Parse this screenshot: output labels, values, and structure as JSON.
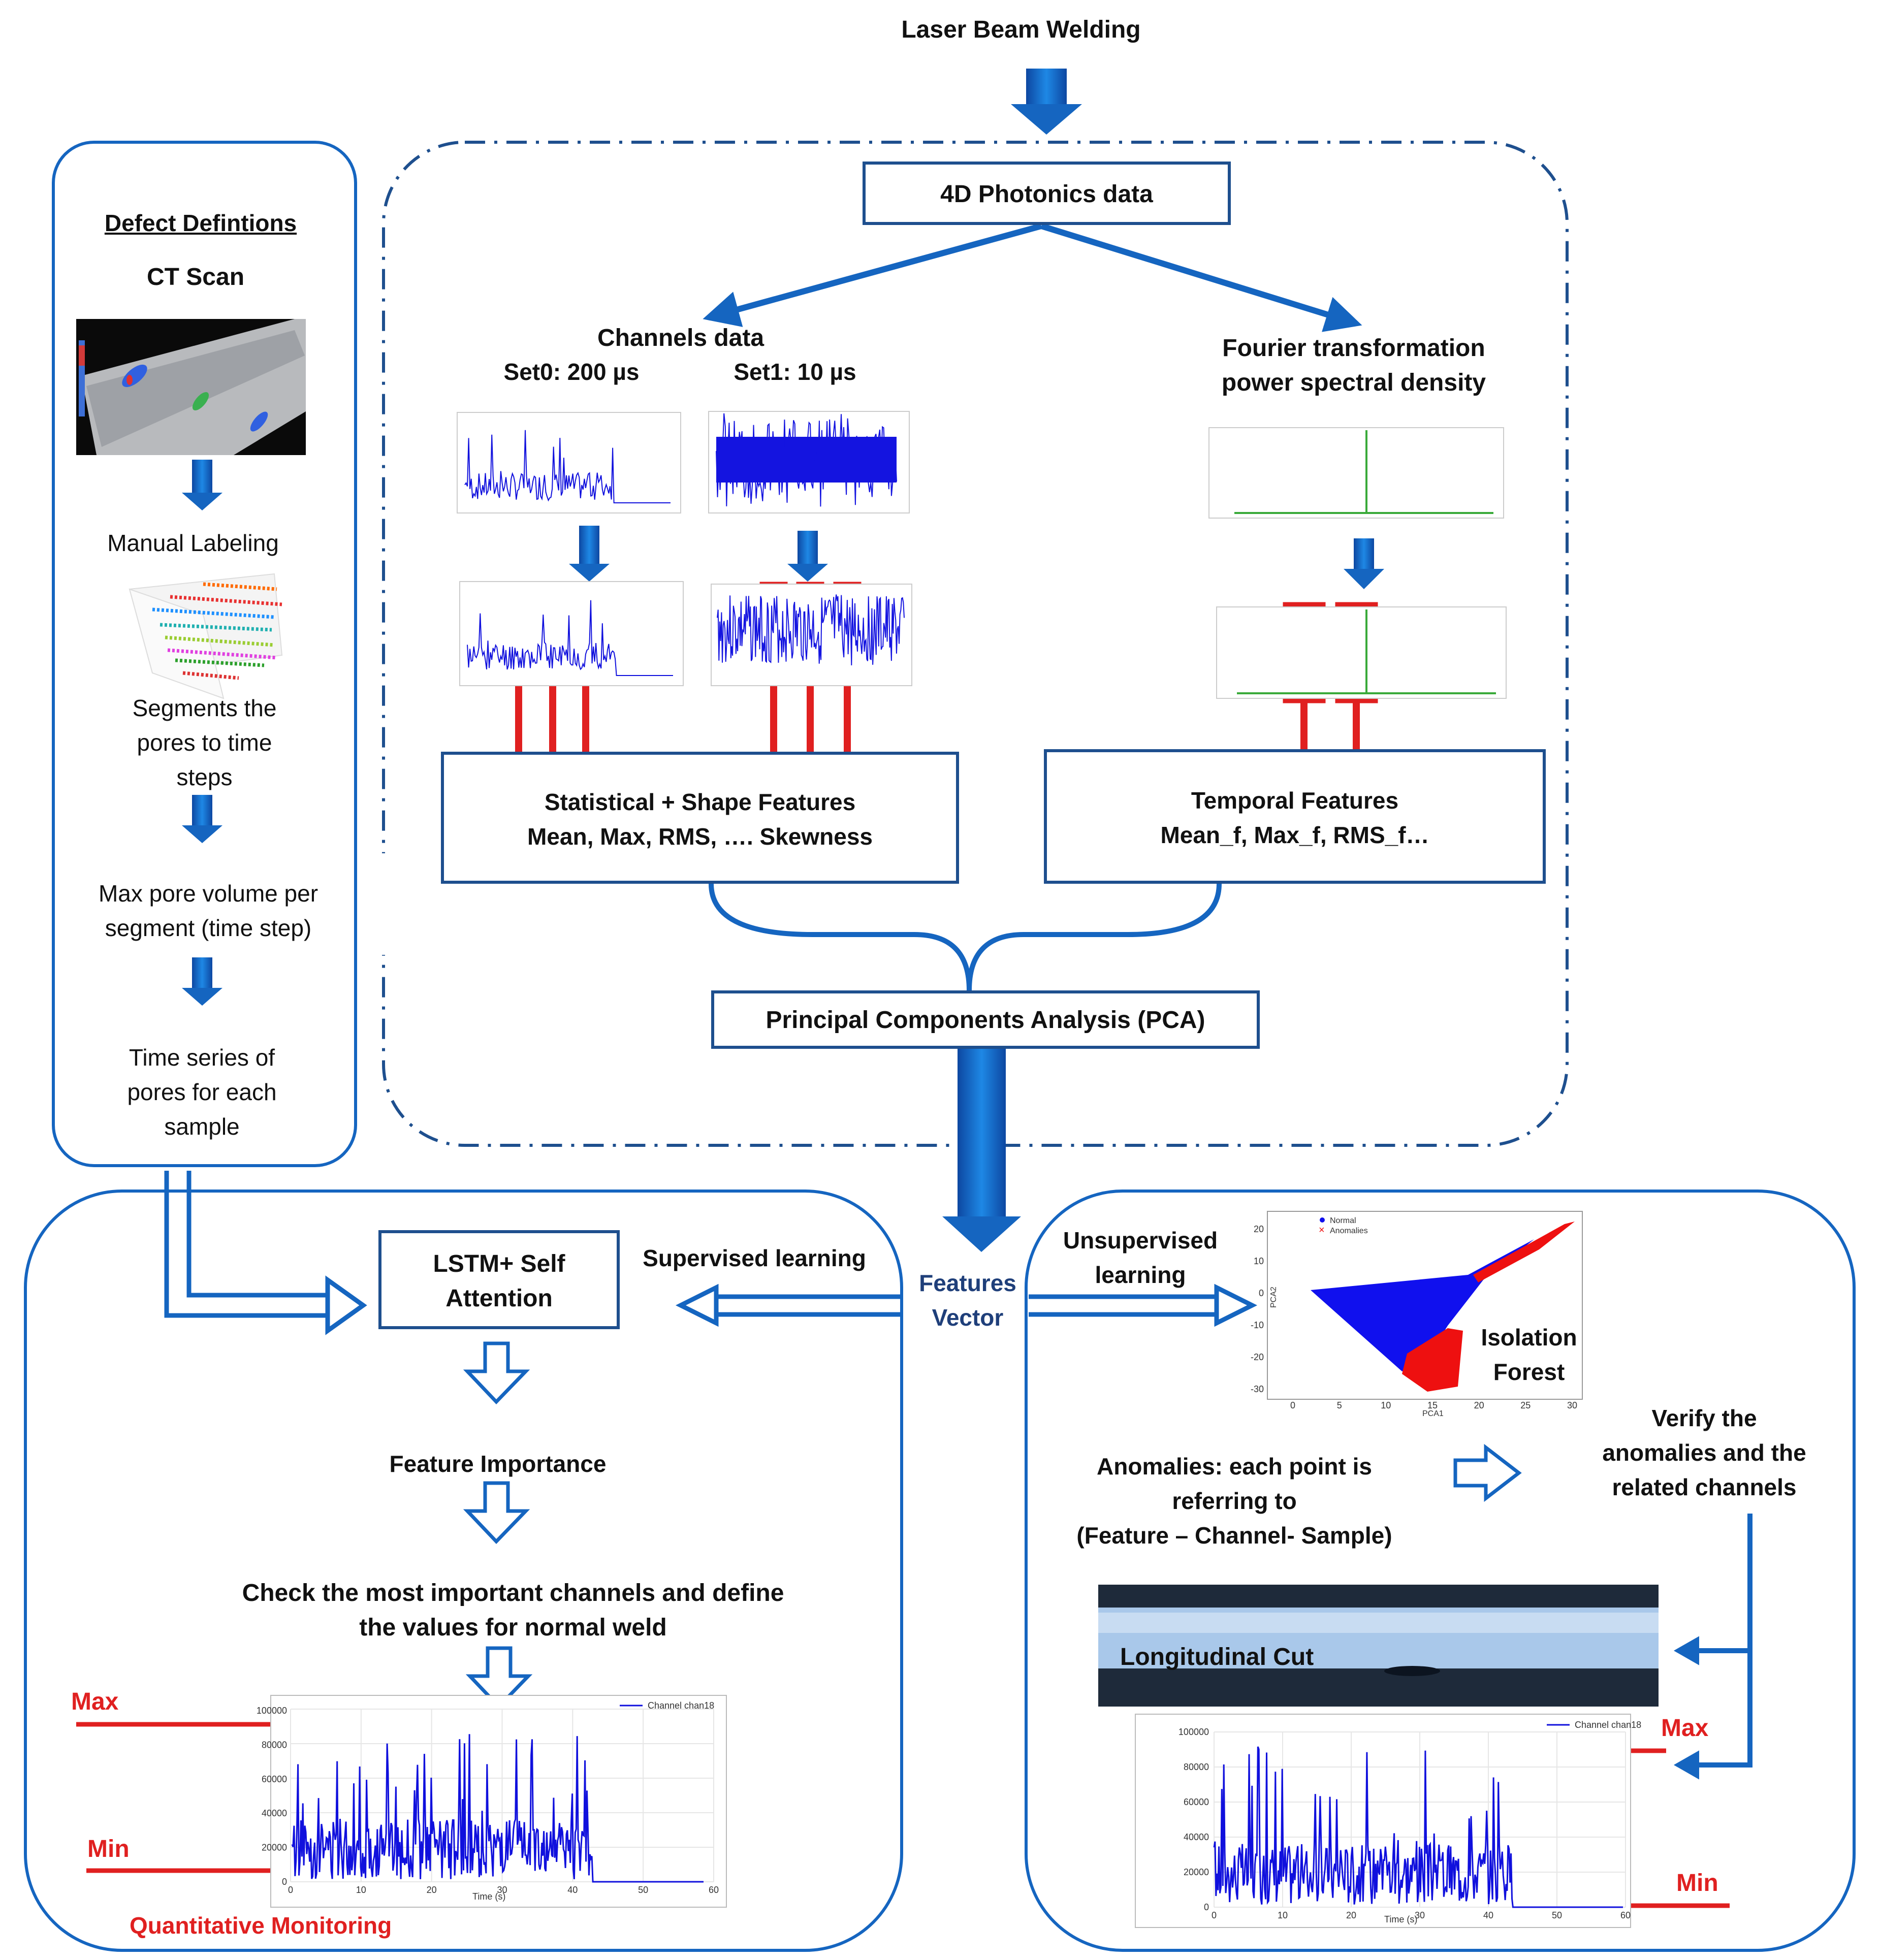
{
  "title": "Laser Beam Welding",
  "defects": {
    "heading": "Defect Defintions",
    "ct_scan": "CT Scan",
    "manual_labeling": "Manual Labeling",
    "segments": [
      "Segments the",
      "pores to time",
      "steps"
    ],
    "max_pore": [
      "Max pore volume per",
      "segment (time step)"
    ],
    "time_series": [
      "Time series of",
      "pores for each",
      "sample"
    ]
  },
  "photonics": {
    "title": "4D Photonics data",
    "channels_title": "Channels data",
    "set0": "Set0: 200 µs",
    "set1": "Set1: 10 µs",
    "fourier": [
      "Fourier transformation",
      "power spectral density"
    ],
    "stat_features": [
      "Statistical + Shape Features",
      "Mean, Max, RMS, ….  Skewness"
    ],
    "temporal_features": [
      "Temporal Features",
      "Mean_f, Max_f, RMS_f…"
    ],
    "pca": "Principal Components Analysis (PCA)"
  },
  "features_vector": [
    "Features",
    "Vector"
  ],
  "supervised": {
    "label": "Supervised learning",
    "model": [
      "LSTM+ Self",
      "Attention"
    ],
    "importance": "Feature Importance",
    "check": [
      "Check the most important channels and define",
      "the values for normal weld"
    ],
    "max": "Max",
    "min": "Min",
    "monitoring": "Quantitative Monitoring"
  },
  "unsupervised": {
    "label": [
      "Unsupervised",
      "learning"
    ],
    "isolation": [
      "Isolation",
      "Forest"
    ],
    "legend_normal": "Normal",
    "legend_anomalies": "Anomalies",
    "pca_xlabel": "PCA1",
    "pca_ylabel": "PCA2",
    "pca_yticks": [
      "20",
      "10",
      "0",
      "-10",
      "-20",
      "-30"
    ],
    "pca_xticks": [
      "0",
      "5",
      "10",
      "15",
      "20",
      "25",
      "30"
    ],
    "anomalies": [
      "Anomalies: each point is",
      "referring to",
      "(Feature – Channel- Sample)"
    ],
    "verify": [
      "Verify the",
      "anomalies and the",
      "related channels"
    ],
    "cut": "Longitudinal Cut",
    "max": "Max",
    "min": "Min"
  },
  "plots": {
    "channel_plot_title": "Channel Plot",
    "ts_legend": "Channel chan18",
    "ts_yticks": [
      "100000",
      "80000",
      "60000",
      "40000",
      "20000",
      "0"
    ],
    "ts_xticks": [
      "0",
      "10",
      "20",
      "30",
      "40",
      "50",
      "60"
    ],
    "ts_xlabel": "Time (s)"
  },
  "colors": {
    "arrow": "#1565c0",
    "border": "#1e4f8e",
    "accent": "#e02020",
    "series": "#1010dd",
    "psd": "#3aaa3a"
  }
}
